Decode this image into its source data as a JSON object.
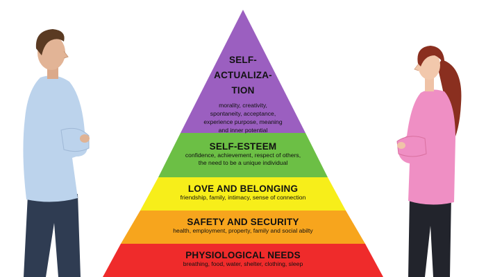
{
  "pyramid": {
    "levels": [
      {
        "id": "self-actualization",
        "title_lines": [
          "SELF-",
          "ACTUALIZA-",
          "TION"
        ],
        "description_lines": [
          "morality, creativity,",
          "spontaneity, acceptance,",
          "experience purpose, meaning",
          "and inner potential"
        ],
        "color": "#9b5fc0"
      },
      {
        "id": "self-esteem",
        "title_lines": [
          "SELF-ESTEEM"
        ],
        "description_lines": [
          "confidence, achievement, respect of others,",
          "the need to be a unique individual"
        ],
        "color": "#6cbf45"
      },
      {
        "id": "love-and-belonging",
        "title_lines": [
          "LOVE AND BELONGING"
        ],
        "description_lines": [
          "friendship, family, intimacy, sense of connection"
        ],
        "color": "#f7ee1a"
      },
      {
        "id": "safety-and-security",
        "title_lines": [
          "SAFETY AND SECURITY"
        ],
        "description_lines": [
          "health, employment, property, family and social abilty"
        ],
        "color": "#f7a51d"
      },
      {
        "id": "physiological-needs",
        "title_lines": [
          "PHYSIOLOGICAL NEEDS"
        ],
        "description_lines": [
          "breathing, food, water, shelter, clothing, sleep"
        ],
        "color": "#ef2b2b"
      }
    ]
  },
  "people": {
    "man": {
      "shirt_color": "#bcd3ec",
      "jeans_color": "#2f3c52",
      "hair_color": "#5a3a22"
    },
    "woman": {
      "shirt_color": "#ef8fc4",
      "pants_color": "#22242c",
      "hair_color": "#8a2f1f"
    }
  }
}
